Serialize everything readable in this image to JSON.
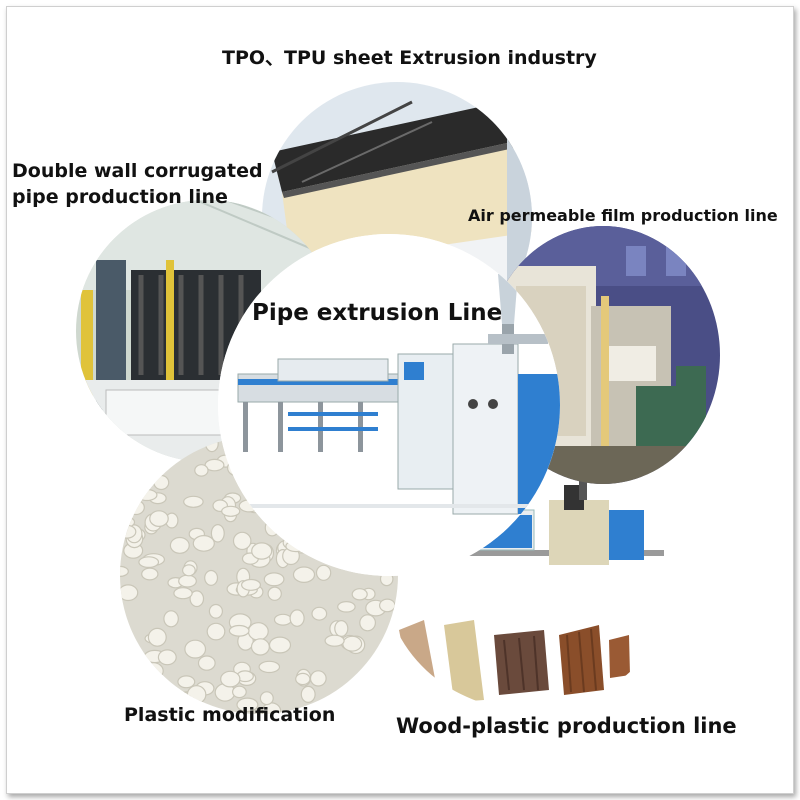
{
  "labels": {
    "top": "TPO、TPU sheet Extrusion industry",
    "corrugated_line1": "Double wall corrugated",
    "corrugated_line2": "pipe production line",
    "film": "Air permeable film production line",
    "center": "Pipe extrusion Line",
    "plastic": "Plastic modification",
    "wood": "Wood-plastic production line"
  },
  "colors": {
    "background": "#ffffff",
    "text": "#111111",
    "machine_blue": "#2f7fd0",
    "machine_white": "#e8eef2",
    "sheet_black": "#2a2a2a",
    "sheet_cream": "#efe3c0",
    "pellet_white": "#f2f0e6",
    "wood_brown": "#8a4e2a"
  }
}
